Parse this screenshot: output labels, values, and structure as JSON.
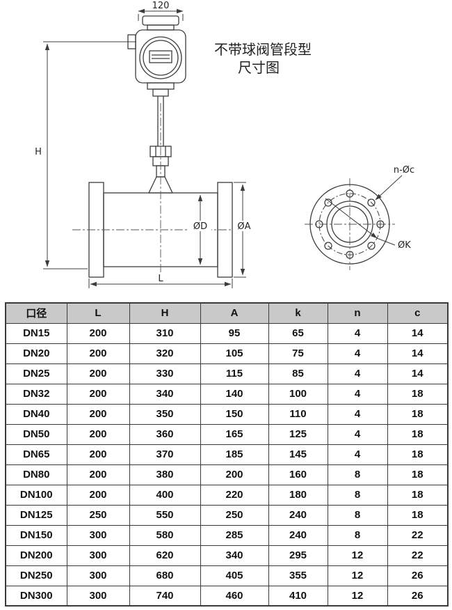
{
  "title": {
    "line1": "不带球阀管段型",
    "line2": "尺寸图"
  },
  "drawing": {
    "labels": {
      "top_width": "120",
      "height": "H",
      "bore_diameter": "ØD",
      "flange_diameter": "ØA",
      "length": "L",
      "bolt_holes": "n-Øc",
      "bolt_circle_diameter": "ØK"
    }
  },
  "table": {
    "headers": [
      "口径",
      "L",
      "H",
      "A",
      "k",
      "n",
      "c"
    ],
    "rows": [
      [
        "DN15",
        "200",
        "310",
        "95",
        "65",
        "4",
        "14"
      ],
      [
        "DN20",
        "200",
        "320",
        "105",
        "75",
        "4",
        "14"
      ],
      [
        "DN25",
        "200",
        "330",
        "115",
        "85",
        "4",
        "14"
      ],
      [
        "DN32",
        "200",
        "340",
        "140",
        "100",
        "4",
        "18"
      ],
      [
        "DN40",
        "200",
        "350",
        "150",
        "110",
        "4",
        "18"
      ],
      [
        "DN50",
        "200",
        "360",
        "165",
        "125",
        "4",
        "18"
      ],
      [
        "DN65",
        "200",
        "370",
        "185",
        "145",
        "4",
        "18"
      ],
      [
        "DN80",
        "200",
        "380",
        "200",
        "160",
        "8",
        "18"
      ],
      [
        "DN100",
        "200",
        "400",
        "220",
        "180",
        "8",
        "18"
      ],
      [
        "DN125",
        "250",
        "550",
        "250",
        "240",
        "8",
        "18"
      ],
      [
        "DN150",
        "300",
        "580",
        "285",
        "240",
        "8",
        "22"
      ],
      [
        "DN200",
        "300",
        "620",
        "340",
        "295",
        "12",
        "22"
      ],
      [
        "DN250",
        "300",
        "680",
        "405",
        "355",
        "12",
        "26"
      ],
      [
        "DN300",
        "300",
        "740",
        "460",
        "410",
        "12",
        "26"
      ]
    ]
  }
}
